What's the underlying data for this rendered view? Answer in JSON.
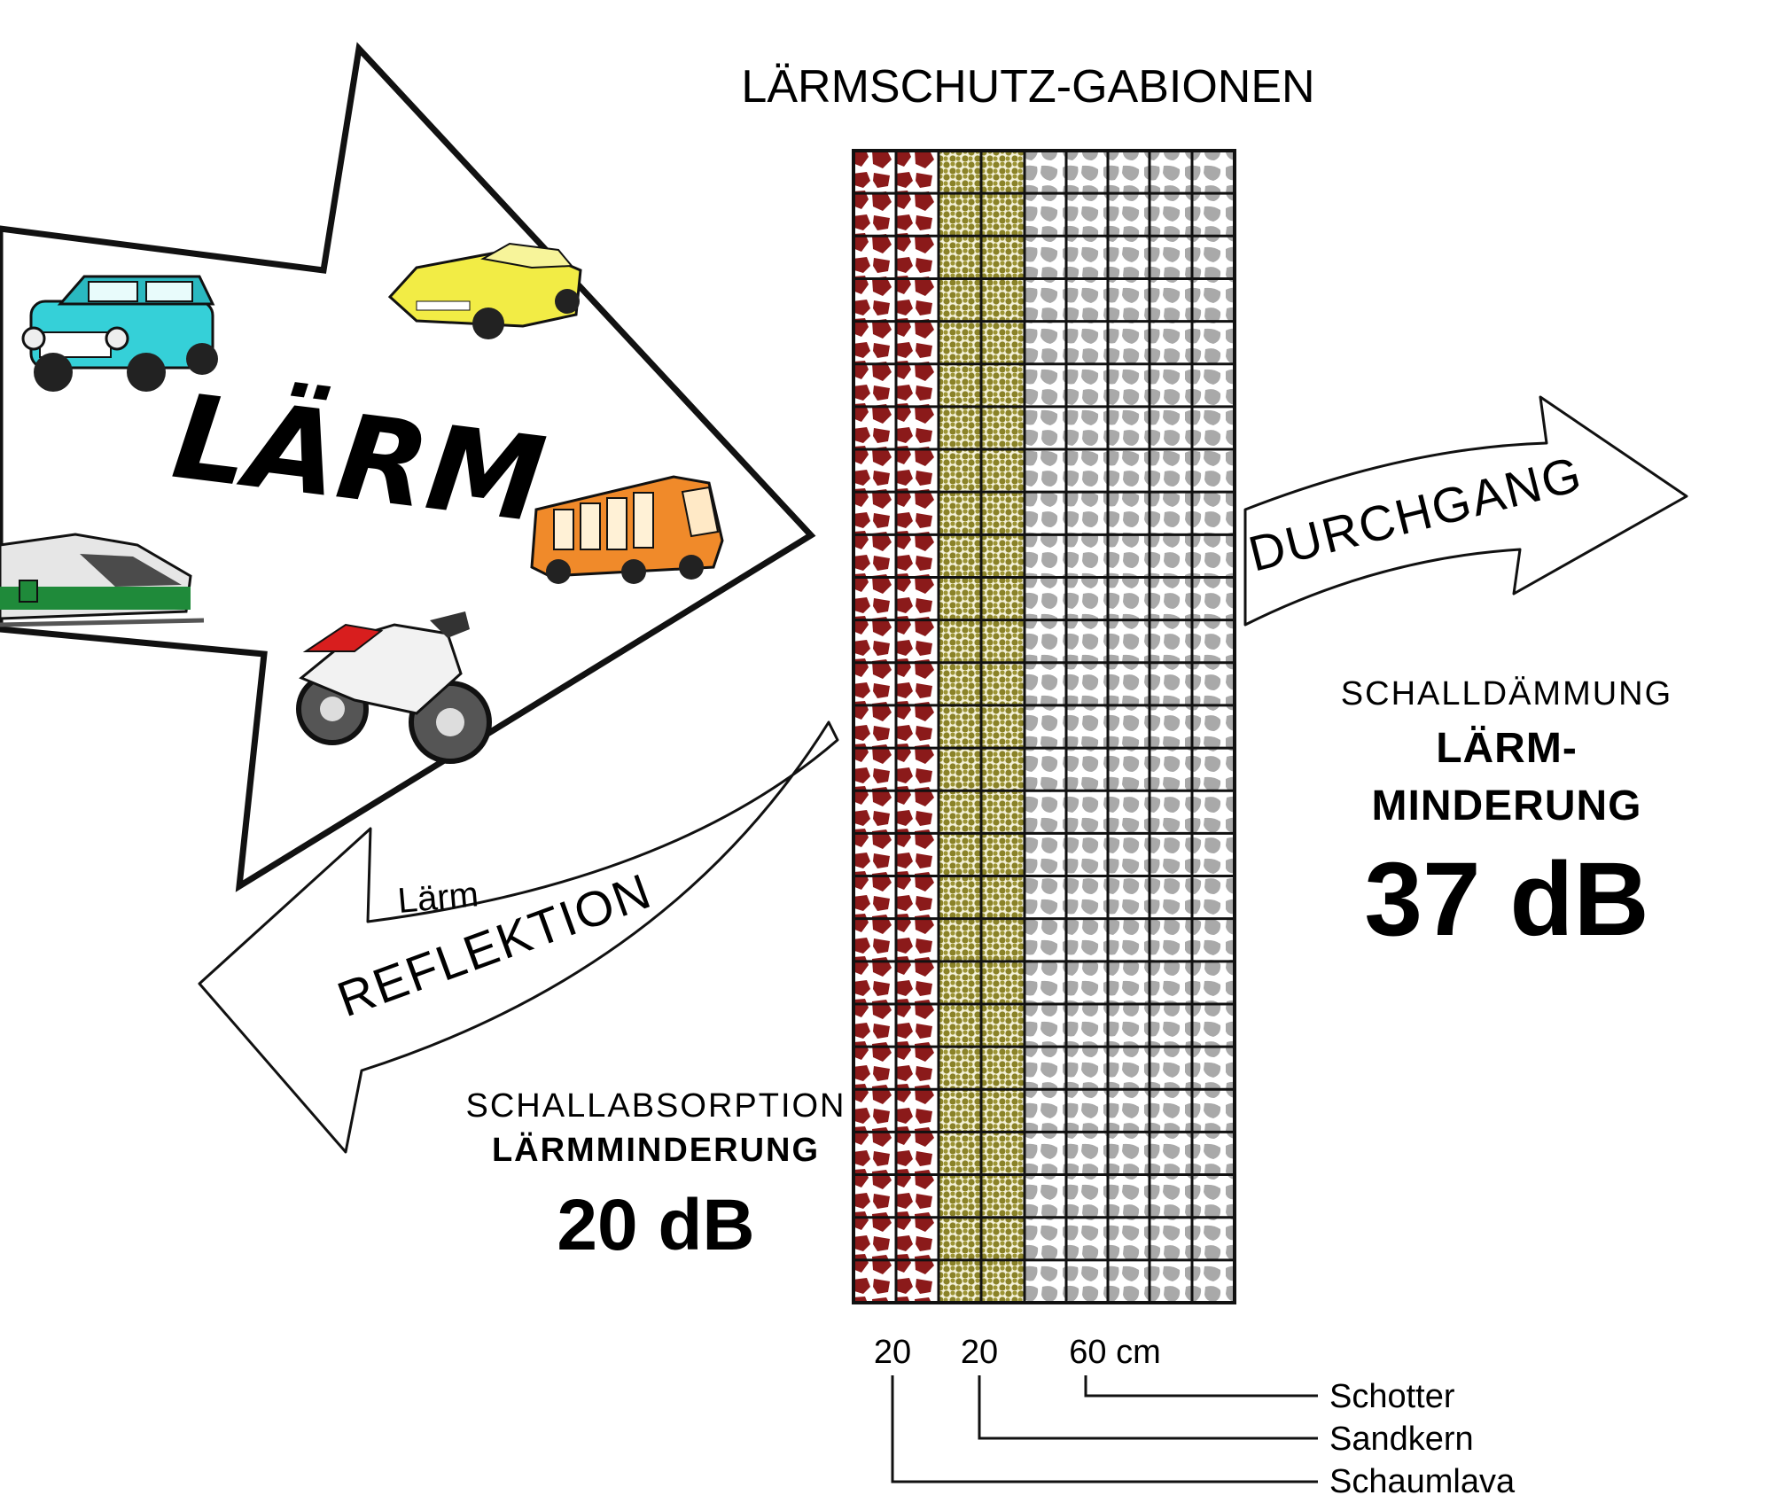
{
  "title": "LÄRMSCHUTZ-GABIONEN",
  "noise_label": "LÄRM",
  "transmission_label": "DURCHGANG",
  "reflection": {
    "small": "Lärm",
    "big": "REFLEKTION"
  },
  "absorption": {
    "line1": "SCHALLABSORPTION",
    "line2": "LÄRMMINDERUNG",
    "value": "20 dB"
  },
  "insulation": {
    "line1": "SCHALLDÄMMUNG",
    "line2": "LÄRM-",
    "line3": "MINDERUNG",
    "value": "37 dB"
  },
  "layer_thickness": {
    "a": "20",
    "b": "20",
    "c": "60 cm"
  },
  "layers": [
    "Schotter",
    "Sandkern",
    "Schaumlava"
  ],
  "colors": {
    "schaumlava": "#8b1a1a",
    "sandkern": "#8a8228",
    "schotter": "#a9a9a9"
  },
  "vehicles": [
    "mini-car-icon",
    "sports-car-icon",
    "train-icon",
    "bus-icon",
    "motorcycle-icon"
  ]
}
